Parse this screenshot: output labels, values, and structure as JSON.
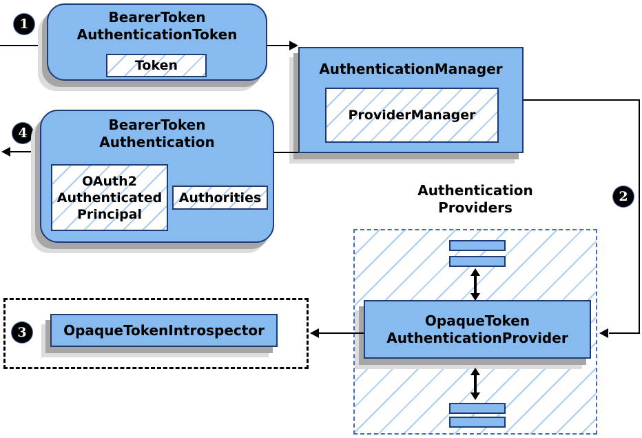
{
  "nodes": {
    "bearer_token_authentication_token": {
      "title": "BearerToken\nAuthenticationToken",
      "token_chip": "Token"
    },
    "authentication_manager": {
      "title": "AuthenticationManager",
      "provider_manager_chip": "ProviderManager"
    },
    "bearer_token_authentication": {
      "title": "BearerToken\nAuthentication",
      "principal_chip": "OAuth2\nAuthenticated\nPrincipal",
      "authorities_chip": "Authorities"
    },
    "authentication_providers": {
      "label": "Authentication\nProviders",
      "provider": "OpaqueToken\nAuthenticationProvider"
    },
    "opaque_token_introspector": {
      "label": "OpaqueTokenIntrospector"
    }
  },
  "steps": {
    "step1": "1",
    "step2": "2",
    "step3": "3",
    "step4": "4"
  },
  "colors": {
    "node_fill": "#87BBEF",
    "node_border": "#1C3B76",
    "hatch_line": "#A8CBF2",
    "providers_dash_border": "#3E6DB5",
    "introspector_dot_border": "#000000",
    "shadow_dark": "#A6A6A6",
    "shadow_light": "#DCDCDC",
    "arrow": "#000000",
    "step_badge_bg": "#000000",
    "step_badge_text": "#FFFFFF"
  }
}
